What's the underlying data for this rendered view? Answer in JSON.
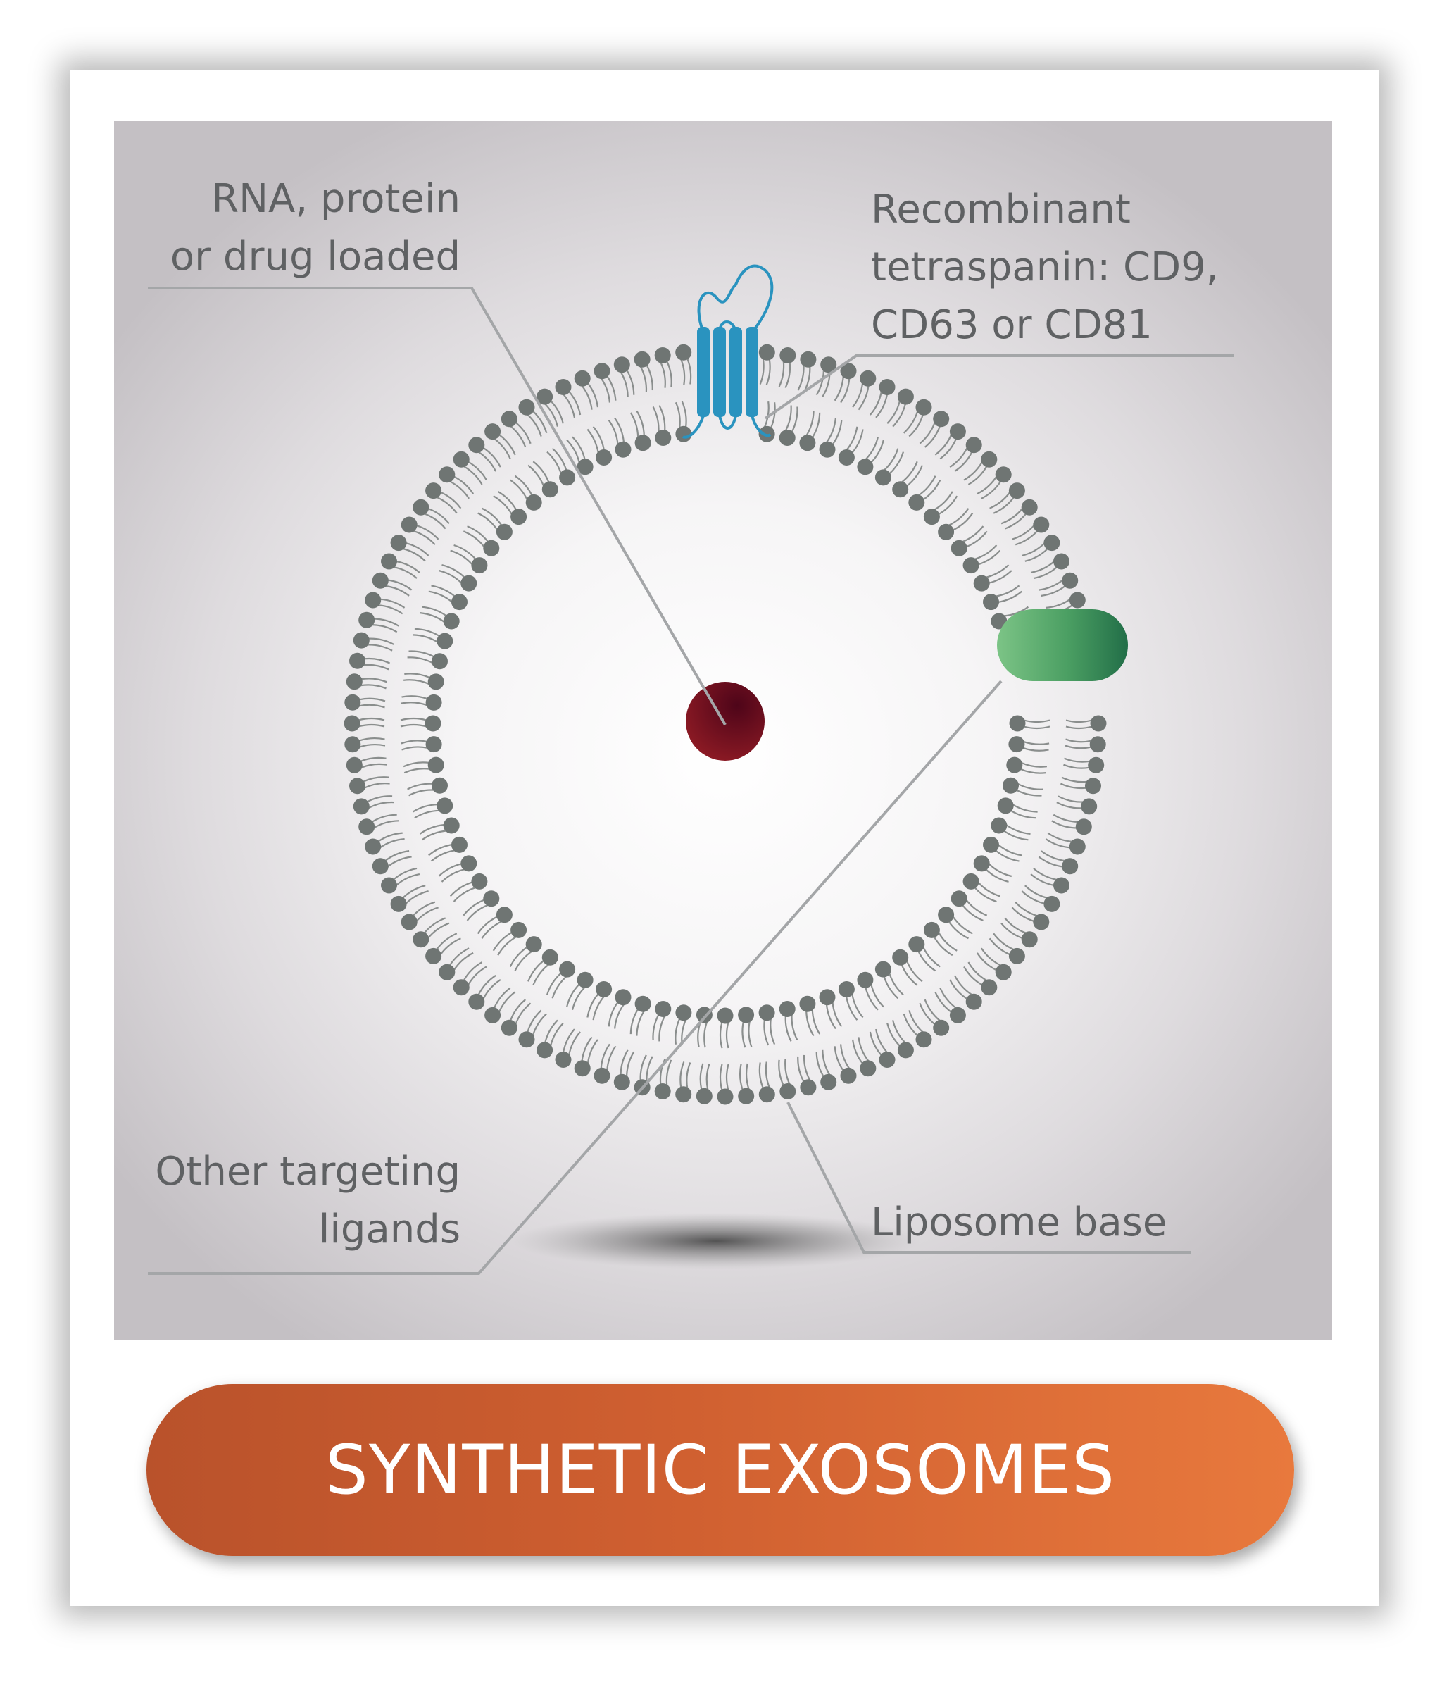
{
  "labels": {
    "cargo": [
      "RNA, protein",
      "or drug loaded"
    ],
    "tetraspanin": [
      "Recombinant",
      "tetraspanin: CD9,",
      "CD63 or CD81"
    ],
    "targeting": [
      "Other targeting",
      "ligands"
    ],
    "liposome": [
      "Liposome base"
    ]
  },
  "title": "SYNTHETIC EXOSOMES",
  "colors": {
    "lipid_head": "#6f7573",
    "tetraspanin": "#2a93bf",
    "ligand": "#3f9a5a",
    "cargo": "#7a0d1e",
    "leader_line": "#a4a6a8",
    "title_pill": "#d0612f"
  }
}
